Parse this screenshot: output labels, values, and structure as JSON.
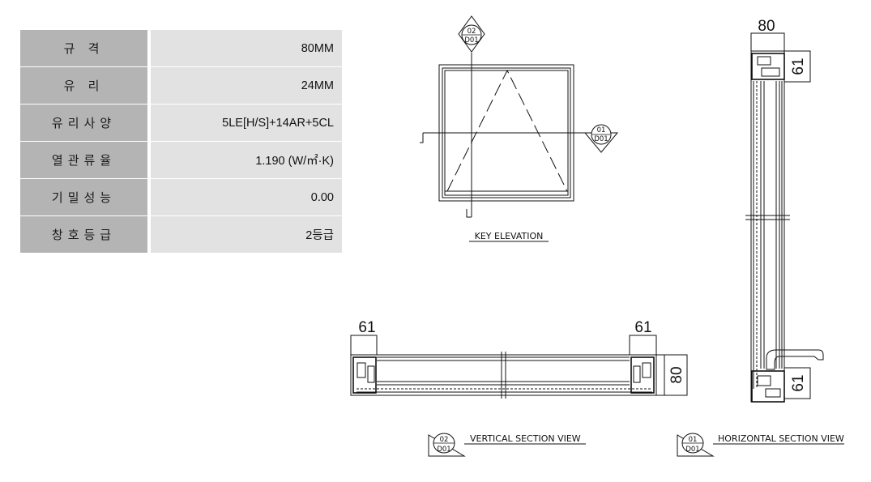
{
  "spec_table": {
    "rows": [
      {
        "label": "규 격",
        "value": "80MM"
      },
      {
        "label": "유 리",
        "value": "24MM"
      },
      {
        "label": "유리사양",
        "value": "5LE[H/S]+14AR+5CL"
      },
      {
        "label": "열관류율",
        "value": "1.190 (W/㎡·K)"
      },
      {
        "label": "기밀성능",
        "value": "0.00"
      },
      {
        "label": "창호등급",
        "value": "2등급"
      }
    ]
  },
  "key_elevation": {
    "caption": "KEY ELEVATION",
    "tag_top": {
      "number": "02",
      "sheet": "D01"
    },
    "tag_right": {
      "number": "01",
      "sheet": "D01"
    }
  },
  "vertical_section": {
    "caption": "VERTICAL SECTION VIEW",
    "tag": {
      "number": "02",
      "sheet": "D01"
    },
    "dim_left": "61",
    "dim_right": "61",
    "dim_height": "80"
  },
  "horizontal_section": {
    "caption": "HORIZONTAL SECTION VIEW",
    "tag": {
      "number": "01",
      "sheet": "D01"
    },
    "dim_width": "80",
    "dim_top": "61",
    "dim_bottom": "61"
  }
}
